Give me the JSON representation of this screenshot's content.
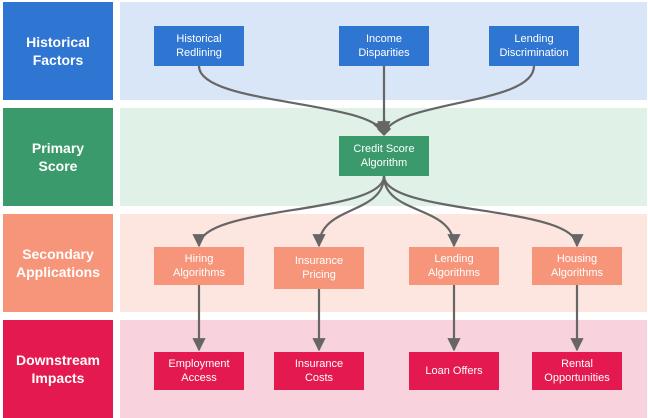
{
  "colors": {
    "historical": "#2f76d2",
    "historical_bg": "#d9e6f7",
    "primary": "#3a9a6c",
    "primary_bg": "#e0f1e8",
    "secondary": "#f7957a",
    "secondary_bg": "#fde6df",
    "downstream": "#e3194f",
    "downstream_bg": "#f8d2dc",
    "arrow": "#666666"
  },
  "tiers": {
    "historical": "Historical\nFactors",
    "primary": "Primary\nScore",
    "secondary": "Secondary\nApplications",
    "downstream": "Downstream\nImpacts"
  },
  "nodes": {
    "redlining": "Historical\nRedlining",
    "income": "Income\nDisparities",
    "lending_disc": "Lending\nDiscrimination",
    "credit": "Credit Score\nAlgorithm",
    "hiring": "Hiring\nAlgorithms",
    "insurance_pricing": "Insurance\nPricing",
    "lending_alg": "Lending\nAlgorithms",
    "housing": "Housing\nAlgorithms",
    "employment": "Employment\nAccess",
    "insurance_costs": "Insurance\nCosts",
    "loan_offers": "Loan Offers",
    "rental": "Rental\nOpportunities"
  }
}
